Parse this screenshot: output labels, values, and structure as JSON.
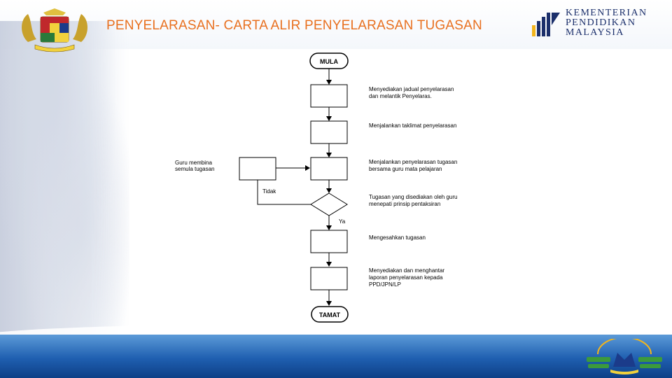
{
  "title": "PENYELARASAN- CARTA ALIR PENYELARASAN TUGASAN",
  "ministry": {
    "line1": "KEMENTERIAN",
    "line2": "PENDIDIKAN",
    "line3": "MALAYSIA"
  },
  "flowchart": {
    "start": "MULA",
    "end": "TAMAT",
    "decision_no": "Tidak",
    "decision_yes": "Ya",
    "side_note": [
      "Guru membina",
      "semula tugasan"
    ],
    "steps": [
      {
        "lines": [
          "Menyediakan jadual penyelarasan",
          "dan melantik Penyelaras."
        ]
      },
      {
        "lines": [
          "Menjalankan taklimat penyelarasan"
        ]
      },
      {
        "lines": [
          "Menjalankan penyelarasan tugasan",
          "bersama guru mata pelajaran"
        ]
      },
      {
        "lines": [
          "Tugasan yang disediakan oleh guru",
          "menepati prinsip pentaksiran"
        ]
      },
      {
        "lines": [
          "Mengesahkan tugasan"
        ]
      },
      {
        "lines": [
          "Menyediakan dan menghantar",
          "laporan penyelarasan kepada",
          "PPD/JPN/LP"
        ]
      }
    ]
  },
  "colors": {
    "title": "#e8701f",
    "ministry": "#1b2f6b",
    "flow_stroke": "#000000",
    "bottom_band": "#1f5fb0"
  }
}
